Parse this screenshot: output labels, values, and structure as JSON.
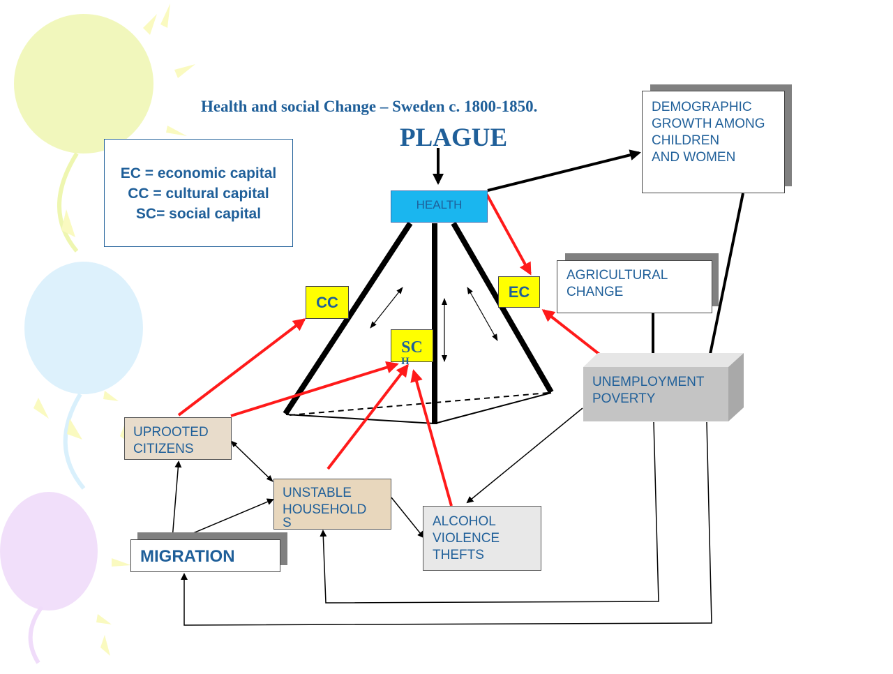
{
  "title": "Health and social Change – Sweden c. 1800-1850.",
  "plague": "PLAGUE",
  "legend": {
    "lines": [
      "EC = economic capital",
      "CC = cultural capital",
      "SC= social capital"
    ]
  },
  "nodes": {
    "health": "HEALTH",
    "cc": "CC",
    "ec": "EC",
    "sc": "SC",
    "sc_tail": "H",
    "demographic": [
      "DEMOGRAPHIC",
      "GROWTH AMONG",
      "CHILDREN",
      "AND WOMEN"
    ],
    "agricultural": [
      "AGRICULTURAL",
      "CHANGE"
    ],
    "unemployment": [
      "UNEMPLOYMENT",
      "POVERTY"
    ],
    "uprooted": [
      "UPROOTED",
      "CITIZENS"
    ],
    "unstable": [
      "UNSTABLE",
      "HOUSEHOLD",
      "S"
    ],
    "alcohol": [
      "ALCOHOL",
      "VIOLENCE",
      "THEFTS"
    ],
    "migration": "MIGRATION"
  },
  "colors": {
    "text": "#1f5f99",
    "health_fill": "#1ab6ef",
    "capital_fill": "#ffff00",
    "red_arrow": "#ff1a1a",
    "black_arrow": "#000000",
    "balloon_yellow": "#eef6b0",
    "balloon_blue": "#d9f0fc",
    "balloon_purple": "#f0dcfa"
  },
  "decor": {
    "balloons": [
      "yellow-balloon-icon",
      "blue-balloon-icon",
      "purple-balloon-icon"
    ]
  }
}
